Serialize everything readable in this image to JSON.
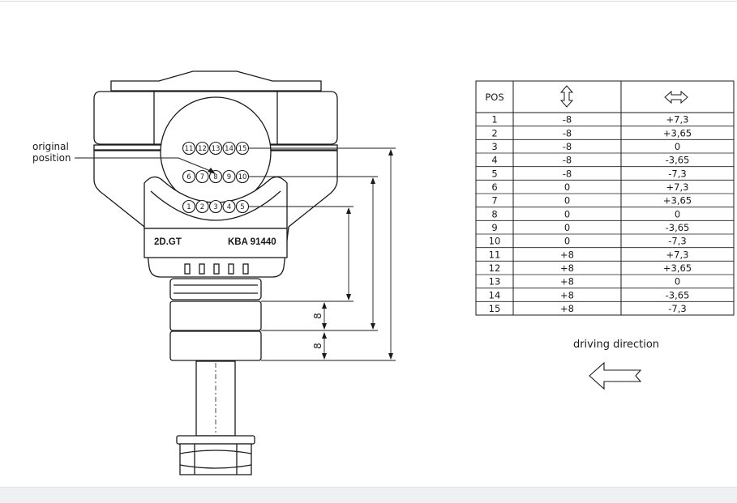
{
  "labels": {
    "original_position_line1": "original",
    "original_position_line2": "position",
    "model": "2D.GT",
    "part_number": "KBA 91440",
    "dim_a": "8",
    "dim_b": "8",
    "driving_direction": "driving direction"
  },
  "hole_rows": {
    "top": [
      "11",
      "12",
      "13",
      "14",
      "15"
    ],
    "middle": [
      "6",
      "7",
      "8",
      "9",
      "10"
    ],
    "bottom": [
      "1",
      "2",
      "3",
      "4",
      "5"
    ]
  },
  "table": {
    "header": {
      "pos": "POS",
      "vertical_icon": "vertical-double-arrow-icon",
      "horizontal_icon": "horizontal-double-arrow-icon"
    },
    "rows": [
      [
        "1",
        "-8",
        "+7,3"
      ],
      [
        "2",
        "-8",
        "+3,65"
      ],
      [
        "3",
        "-8",
        "0"
      ],
      [
        "4",
        "-8",
        "-3,65"
      ],
      [
        "5",
        "-8",
        "-7,3"
      ],
      [
        "6",
        "0",
        "+7,3"
      ],
      [
        "7",
        "0",
        "+3,65"
      ],
      [
        "8",
        "0",
        "0"
      ],
      [
        "9",
        "0",
        "-3,65"
      ],
      [
        "10",
        "0",
        "-7,3"
      ],
      [
        "11",
        "+8",
        "+7,3"
      ],
      [
        "12",
        "+8",
        "+3,65"
      ],
      [
        "13",
        "+8",
        "0"
      ],
      [
        "14",
        "+8",
        "-3,65"
      ],
      [
        "15",
        "+8",
        "-7,3"
      ]
    ]
  },
  "icons": {
    "direction_arrow": "left-arrow-icon"
  }
}
